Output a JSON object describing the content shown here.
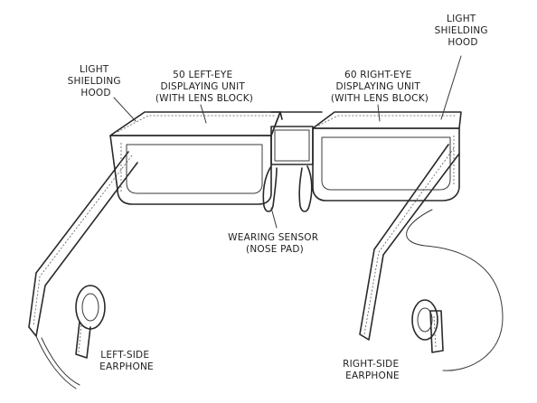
{
  "labels": {
    "light_hood_left": [
      "LIGHT",
      "SHIELDING",
      "HOOD"
    ],
    "left_unit": [
      "50 LEFT-EYE",
      "DISPLAYING UNIT",
      "(WITH LENS BLOCK)"
    ],
    "right_unit": [
      "60 RIGHT-EYE",
      "DISPLAYING UNIT",
      "(WITH LENS BLOCK)"
    ],
    "light_hood_right": [
      "LIGHT",
      "SHIELDING",
      "HOOD"
    ],
    "wearing_sensor": [
      "WEARING SENSOR",
      "(NOSE PAD)"
    ],
    "left_earphone": [
      "LEFT-SIDE",
      "EARPHONE"
    ],
    "right_earphone": [
      "RIGHT-SIDE",
      "EARPHONE"
    ]
  }
}
